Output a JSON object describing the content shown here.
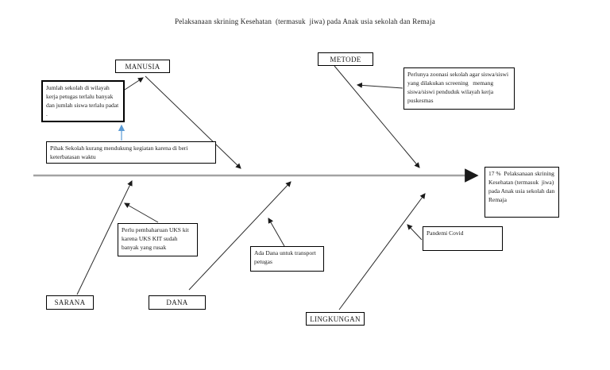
{
  "title": "Pelaksanaan skrining Kesehatan  (termasuk  jiwa) pada Anak usia sekolah dan Remaja",
  "categories": {
    "manusia": "MANUSIA",
    "metode": "METODE",
    "sarana": "SARANA",
    "dana": "DANA",
    "lingkungan": "LINGKUNGAN"
  },
  "causes": {
    "jumlah_sekolah": "Jumlah sekolah di wilayah kerja petugas terlalu banyak dan jumlah siswa terlalu padat .",
    "pihak_sekolah": "Pihak Sekolah kurang mendukung kegiatan karena di beri keterbatasan waktu",
    "perlunya_zonasi": "Perlunya zoonasi sekolah agar siswa/siswi  yang dilakukan screening   memang siswa/siswi penduduk wilayah kerja puskesmas",
    "uks_kit": "Perlu pembaharuan UKS kit  karena UKS KIT sudah banyak yang rusak",
    "ada_dana": "Ada Dana untuk transport petugas",
    "pandemi_covid": "Pandemi Covid"
  },
  "effect": "17 %  Pelaksanaan skrining Kesehatan (termasuk  jiwa) pada Anak usia sekolah dan Remaja",
  "colors": {
    "spine": "#a3a3a3",
    "bone": "#2b2b2b",
    "blue_arrow": "#5b9bd5",
    "box_border": "#000000",
    "background": "#ffffff"
  },
  "diagram_type": "fishbone"
}
